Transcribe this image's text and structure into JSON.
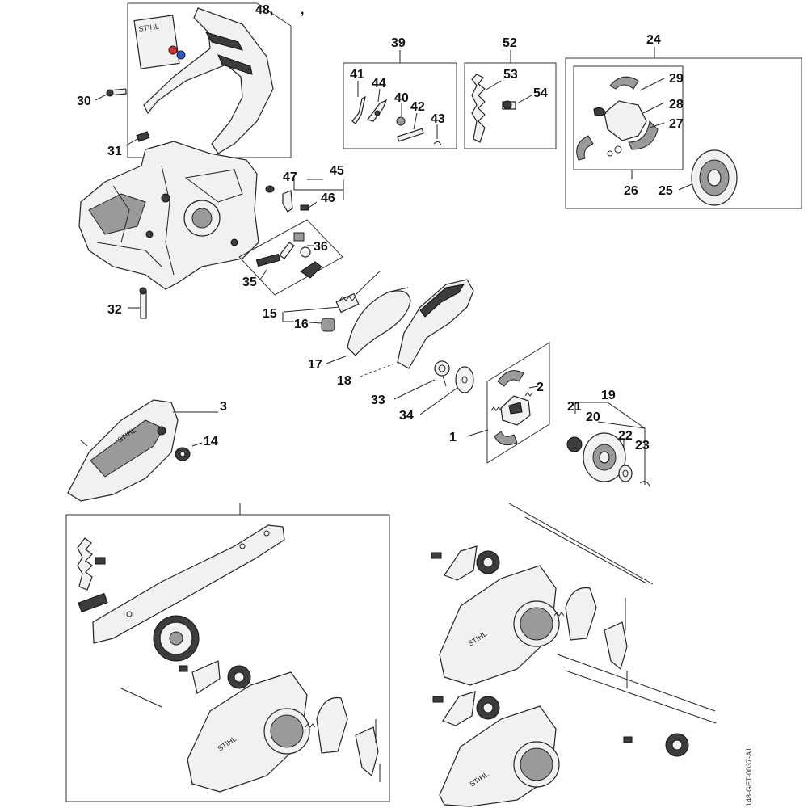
{
  "labels": {
    "l1": "1",
    "l2": "2",
    "l3": "3",
    "l14": "14",
    "l15": "15",
    "l16": "16",
    "l17": "17",
    "l18": "18",
    "l19": "19",
    "l20": "20",
    "l21": "21",
    "l22": "22",
    "l23": "23",
    "l24": "24",
    "l25": "25",
    "l26": "26",
    "l27": "27",
    "l28": "28",
    "l29": "29",
    "l30": "30",
    "l31": "31",
    "l32": "32",
    "l33": "33",
    "l34": "34",
    "l35": "35",
    "l36": "36",
    "l39": "39",
    "l40": "40",
    "l41": "41",
    "l42": "42",
    "l43": "43",
    "l44": "44",
    "l45": "45",
    "l46": "46",
    "l47": "47",
    "l48": "48,",
    "l48b": ",",
    "l52": "52",
    "l53": "53",
    "l54": "54"
  },
  "brand": "STIHL",
  "drawing_code": "148-GET-0037-A1"
}
